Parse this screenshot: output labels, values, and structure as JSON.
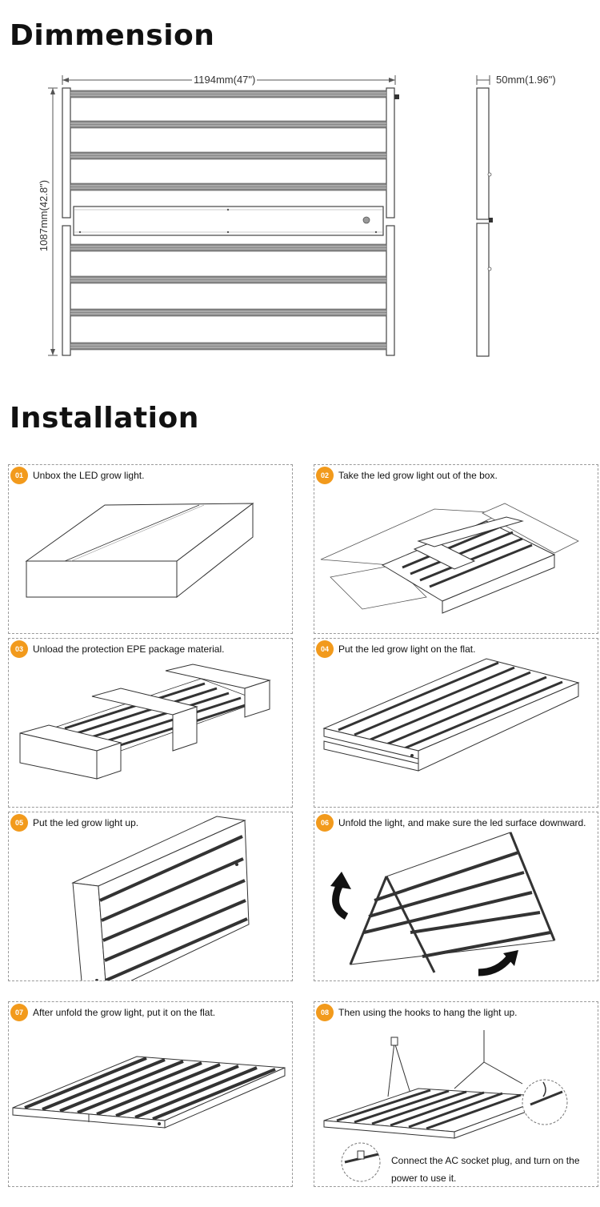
{
  "dimension": {
    "title": "Dimmension",
    "width_label": "1194mm(47\")",
    "height_label": "1087mm(42.8\")",
    "depth_label": "50mm(1.96\")"
  },
  "installation": {
    "title": "Installation",
    "steps": [
      {
        "number": "01",
        "text": "Unbox the LED grow light."
      },
      {
        "number": "02",
        "text": "Take the led grow light out of the box."
      },
      {
        "number": "03",
        "text": "Unload the protection EPE package material."
      },
      {
        "number": "04",
        "text": "Put the led grow light on the flat."
      },
      {
        "number": "05",
        "text": "Put the led grow light up."
      },
      {
        "number": "06",
        "text": "Unfold the light, and make sure the led surface downward."
      },
      {
        "number": "07",
        "text": "After unfold the grow light, put it on the flat."
      },
      {
        "number": "08",
        "text": "Then using the hooks to hang the light up."
      }
    ],
    "note_line1": "Connect the AC socket plug, and turn on the",
    "note_line2": "power to use it."
  }
}
